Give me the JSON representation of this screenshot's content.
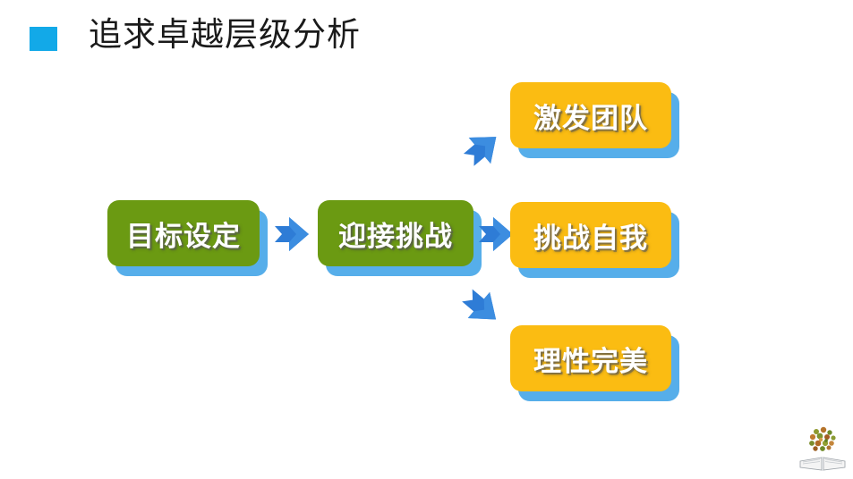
{
  "slide": {
    "title": "追求卓越层级分析",
    "bullet_color": "#12A9E8",
    "background": "#ffffff"
  },
  "diagram_data": {
    "type": "flow",
    "palette": {
      "green": "#6B9A12",
      "orange": "#FBBC12",
      "shadow_blue": "#56AEEA",
      "arrow_blue": "#2E7CD6",
      "arrow_blue_light": "#3C8DE0",
      "text": "#ffffff"
    },
    "nodes": [
      {
        "id": "goal",
        "label": "目标设定",
        "color": "green",
        "column": 1,
        "row": "middle"
      },
      {
        "id": "challenge",
        "label": "迎接挑战",
        "color": "green",
        "column": 2,
        "row": "middle"
      },
      {
        "id": "team",
        "label": "激发团队",
        "color": "orange",
        "column": 3,
        "row": "top"
      },
      {
        "id": "self",
        "label": "挑战自我",
        "color": "orange",
        "column": 3,
        "row": "middle"
      },
      {
        "id": "perfect",
        "label": "理性完美",
        "color": "orange",
        "column": 3,
        "row": "bottom"
      }
    ],
    "connections": [
      {
        "from": "goal",
        "to": "challenge",
        "direction": "right"
      },
      {
        "from": "challenge",
        "to": "team",
        "direction": "up-right"
      },
      {
        "from": "challenge",
        "to": "self",
        "direction": "right"
      },
      {
        "from": "challenge",
        "to": "perfect",
        "direction": "down-right"
      }
    ]
  },
  "logo": {
    "name": "tree-of-knowledge-book-logo"
  }
}
